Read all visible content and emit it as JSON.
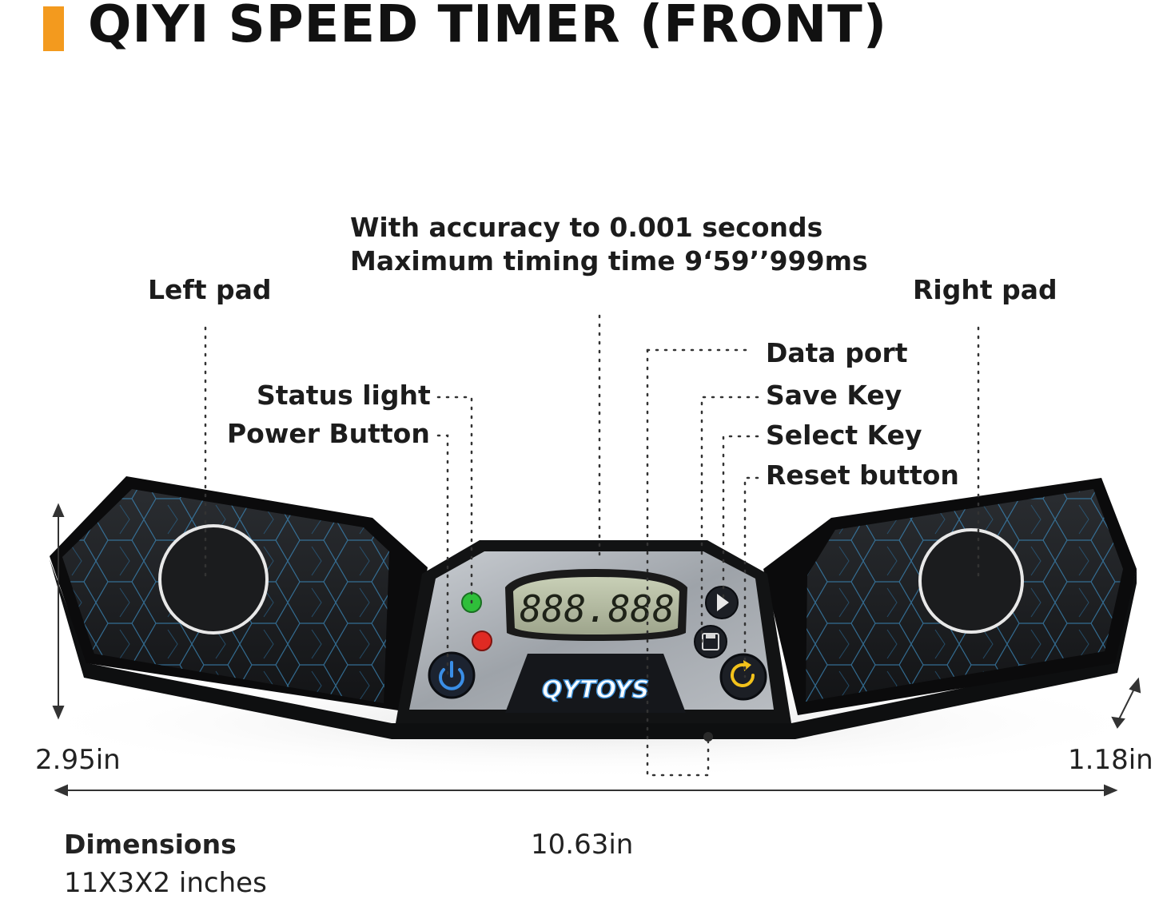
{
  "title": "QIYI SPEED TIMER (FRONT)",
  "accent_color": "#f39a1e",
  "specs": {
    "accuracy": "With accuracy to 0.001 seconds",
    "max_time": "Maximum timing time 9‘59’’999ms"
  },
  "callouts": {
    "left_pad": "Left pad",
    "right_pad": "Right pad",
    "status_light": "Status light",
    "power_button": "Power Button",
    "data_port": "Data port",
    "save_key": "Save Key",
    "select_key": "Select Key",
    "reset_button": "Reset button"
  },
  "device": {
    "display_digits": "888.888",
    "brand_logo": "QYTOYS",
    "status_light_colors": [
      "#2fbf3a",
      "#e02a23"
    ],
    "icons": [
      "power-icon",
      "play-icon",
      "save-icon",
      "reset-icon"
    ]
  },
  "dimensions": {
    "height": "2.95in",
    "depth": "1.18in",
    "width": "10.63in",
    "heading": "Dimensions",
    "overall": "11X3X2 inches"
  }
}
